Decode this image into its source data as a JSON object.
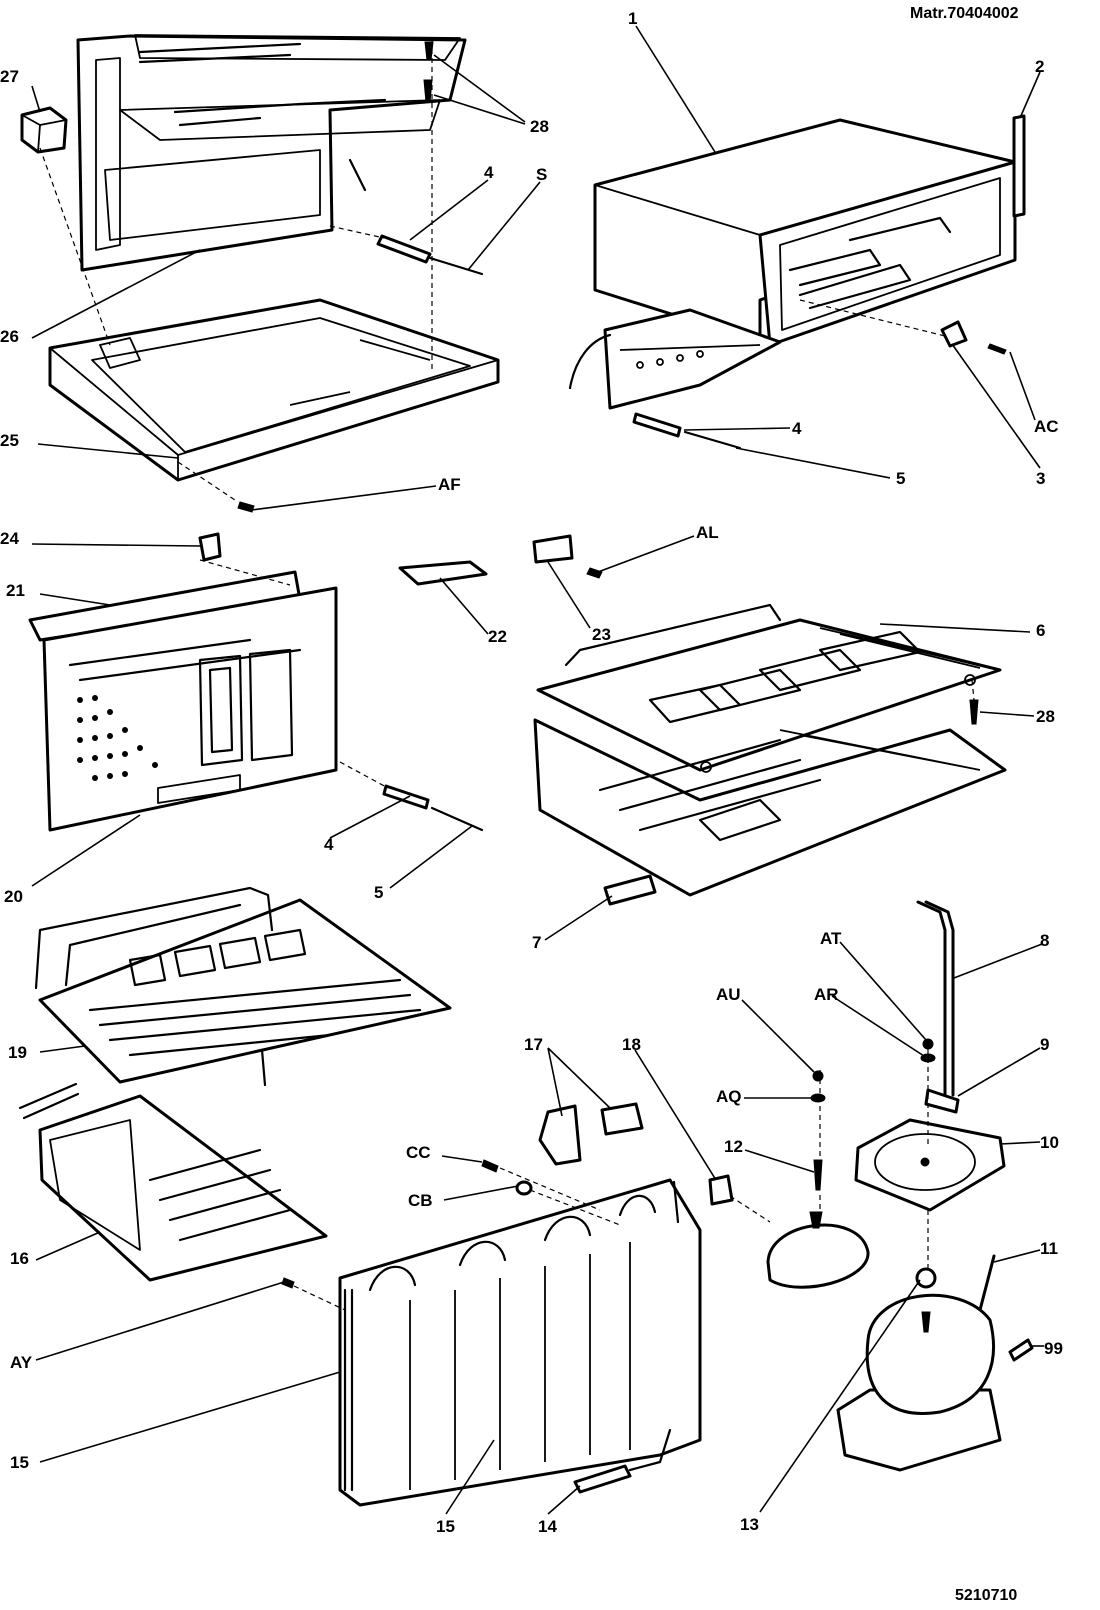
{
  "header": {
    "matricola": "Matr.70404002"
  },
  "footer": {
    "code": "5210710"
  },
  "labels": {
    "p1": "1",
    "p2": "2",
    "p3": "3",
    "p4a": "4",
    "p4b": "4",
    "p4c": "4",
    "p5a": "S",
    "p5b": "5",
    "p5c": "5",
    "p6": "6",
    "p7": "7",
    "p8": "8",
    "p9": "9",
    "p10": "10",
    "p11": "11",
    "p12": "12",
    "p13": "13",
    "p14": "14",
    "p15a": "15",
    "p15b": "15",
    "p16": "16",
    "p17": "17",
    "p18": "18",
    "p19": "19",
    "p20": "20",
    "p21": "21",
    "p22": "22",
    "p23": "23",
    "p24": "24",
    "p25": "25",
    "p26": "26",
    "p27": "27",
    "p28a": "28",
    "p28b": "28",
    "p99": "99",
    "ac": "AC",
    "af": "AF",
    "al": "AL",
    "at": "AT",
    "ar": "AR",
    "au": "AU",
    "aq": "AQ",
    "cc": "CC",
    "cb": "CB",
    "ay": "AY"
  }
}
